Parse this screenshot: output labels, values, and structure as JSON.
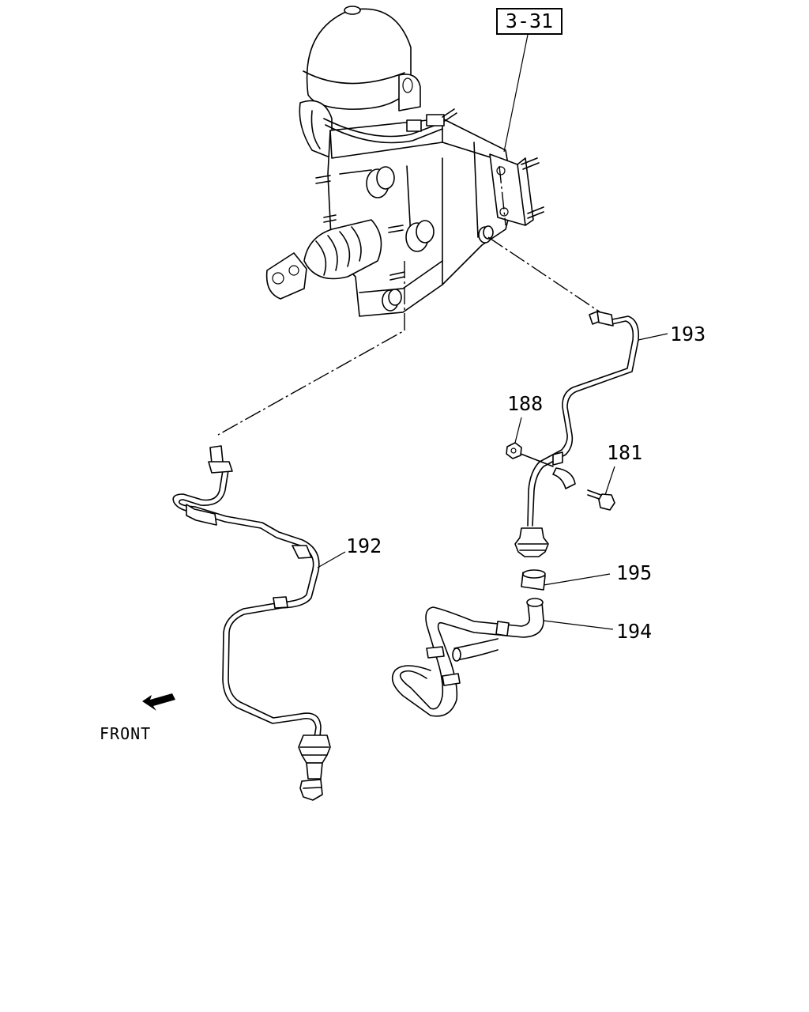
{
  "diagram": {
    "reference_box": "3-31",
    "direction_label": "FRONT",
    "callouts": [
      {
        "id": "193",
        "text": "193"
      },
      {
        "id": "188",
        "text": "188"
      },
      {
        "id": "181",
        "text": "181"
      },
      {
        "id": "192",
        "text": "192"
      },
      {
        "id": "195",
        "text": "195"
      },
      {
        "id": "194",
        "text": "194"
      }
    ]
  }
}
